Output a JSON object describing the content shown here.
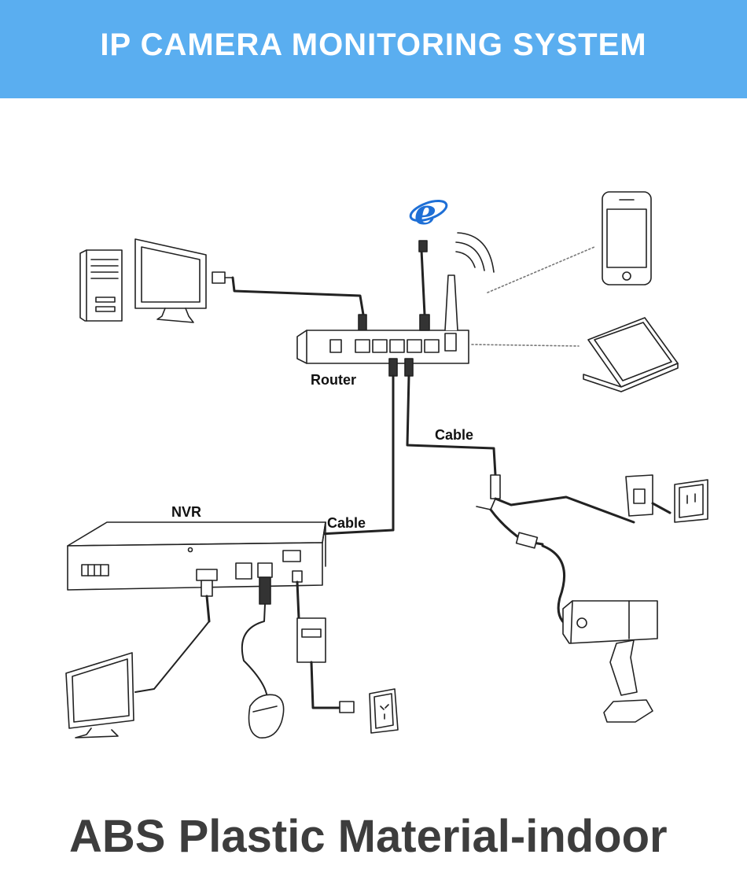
{
  "header": {
    "title": "IP CAMERA MONITORING SYSTEM",
    "background": "#5aaef0"
  },
  "labels": {
    "router": "Router",
    "nvr": "NVR",
    "cable_camera": "Cable",
    "cable_nvr": "Cable"
  },
  "footer": {
    "caption": "ABS Plastic Material-indoor",
    "color": "#3d3d3d"
  },
  "icons": [
    "internet-explorer-icon",
    "desktop-pc-icon",
    "monitor-icon",
    "smartphone-icon",
    "laptop-icon",
    "router-icon",
    "nvr-icon",
    "bullet-camera-icon",
    "power-adapter-icon",
    "wall-outlet-icon",
    "mouse-icon",
    "wifi-signal-icon"
  ],
  "colors": {
    "ie_blue": "#1e6fd6",
    "line": "#222222"
  }
}
